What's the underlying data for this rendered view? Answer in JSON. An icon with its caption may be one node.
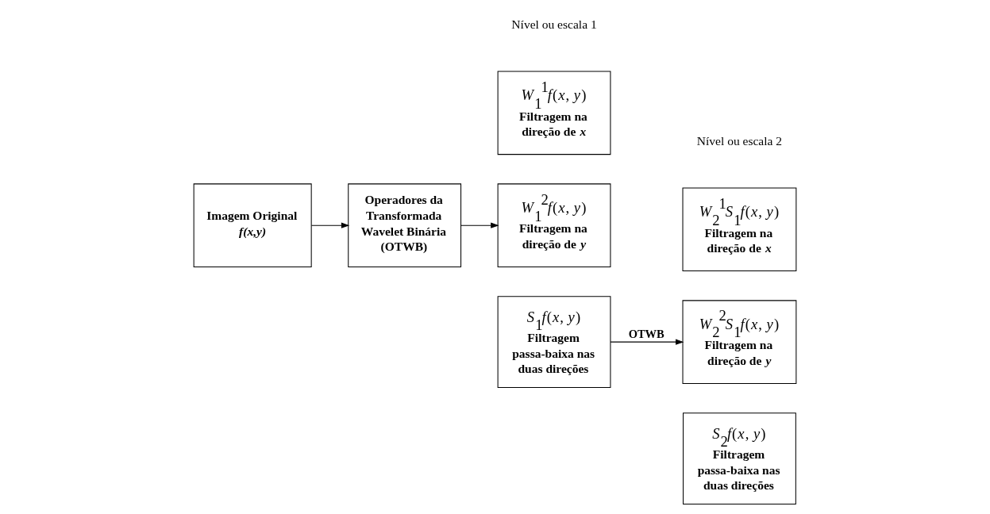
{
  "diagram": {
    "nodes": [
      {
        "text": [
          "Imagem Original",
          "*f(x,y)*"
        ]
      },
      {
        "text": [
          "Operadores da Transformada Wavelet Binária (OTWB)"
        ]
      },
      {
        "text": [
          "*W*$_{1}$$^{1}$*f*(*x*, *y*)",
          "Filtragem na direção de *x*"
        ]
      },
      {
        "text": [
          "*W*$_{1}$$^{2}$*f*(*x*, *y*)",
          "Filtragem na direção de *y*"
        ]
      },
      {
        "text": [
          "*S*$_{1}$*f*(*x*, *y*)",
          "Filtragem passa-baixa nas duas direções"
        ]
      },
      {
        "text": [
          "*W*$_{2}$$^{1}$*S*$_{1}$*f*(*x*, *y*)",
          "Filtragem na direção de *x*"
        ]
      },
      {
        "text": [
          "*W*$_{2}$$^{2}$*S*$_{1}$*f*(*x*, *y*)",
          "Filtragem na direção de *y*"
        ]
      },
      {
        "text": [
          "*S*$_{2}$*f*(*x*, *y*)",
          "Filtragem passa-baixa nas duas direções"
        ]
      }
    ],
    "edges": [
      {
        "from": 0,
        "to": 1,
        "arrow": "to"
      },
      {
        "from": 1,
        "to": 3,
        "arrow": "to"
      },
      {
        "from": 4,
        "to": 6,
        "arrow": "to",
        "label": "OTWB"
      }
    ],
    "labels": [
      "Nível ou escala 1",
      "Nível ou escala 2"
    ]
  }
}
